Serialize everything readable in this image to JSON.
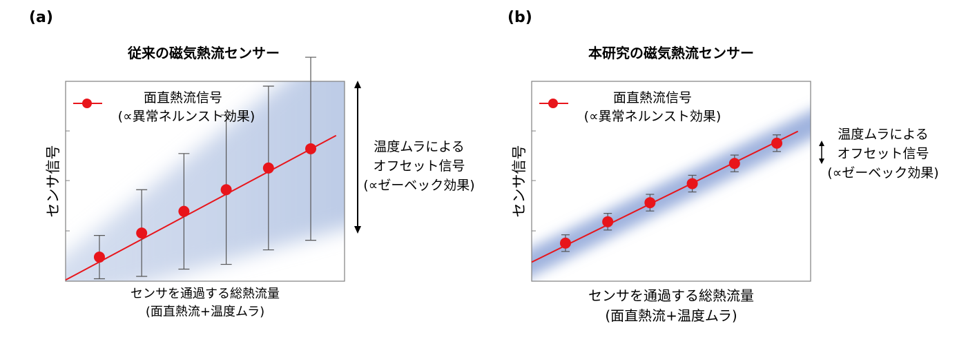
{
  "chart_data": [
    {
      "panel_label": "(a)",
      "title": "従来の磁気熱流センサー",
      "type": "scatter",
      "ylabel": "センサ信号",
      "xlabel_line1": "センサを通過する総熱流量",
      "xlabel_line2": "(面直熱流+温度ムラ)",
      "legend_line1": "面直熱流信号",
      "legend_line2": "(∝異常ネルンスト効果)",
      "annotation_lines": [
        "温度ムラによる",
        "オフセット信号",
        "(∝ゼーベック効果)"
      ],
      "series": [
        {
          "name": "面直熱流信号",
          "x": [
            1,
            2,
            3,
            4,
            5,
            6
          ],
          "y": [
            1.0,
            2.0,
            2.9,
            3.8,
            4.7,
            5.5
          ],
          "error": [
            0.9,
            1.8,
            2.4,
            3.1,
            3.4,
            3.8
          ]
        }
      ],
      "fit_line": {
        "x": [
          0.2,
          6.6
        ],
        "y": [
          0.05,
          6.05
        ]
      },
      "xlim": [
        0.2,
        6.8
      ],
      "ylim": [
        0,
        8.3
      ],
      "band_half_width": [
        0.6,
        4.5
      ],
      "accent": "#e8151b",
      "band_color": "#b6c6e4"
    },
    {
      "panel_label": "(b)",
      "title": "本研究の磁気熱流センサー",
      "type": "scatter",
      "ylabel": "センサ信号",
      "xlabel_line1": "センサを通過する総熱流量",
      "xlabel_line2": "(面直熱流+温度ムラ)",
      "legend_line1": "面直熱流信号",
      "legend_line2": "(∝異常ネルンスト効果)",
      "annotation_lines": [
        "温度ムラによる",
        "オフセット信号",
        "(∝ゼーベック効果)"
      ],
      "series": [
        {
          "name": "面直熱流信号",
          "x": [
            1,
            2,
            3,
            4,
            5,
            6
          ],
          "y": [
            1.0,
            1.9,
            2.7,
            3.5,
            4.35,
            5.2
          ],
          "error": [
            0.35,
            0.35,
            0.35,
            0.35,
            0.35,
            0.35
          ]
        }
      ],
      "fit_line": {
        "x": [
          0.2,
          6.5
        ],
        "y": [
          0.2,
          5.7
        ]
      },
      "xlim": [
        0.2,
        6.8
      ],
      "ylim": [
        -0.6,
        7.8
      ],
      "band_half_width": [
        0.6,
        0.6
      ],
      "accent": "#e8151b",
      "band_color": "#8ea6d8"
    }
  ]
}
